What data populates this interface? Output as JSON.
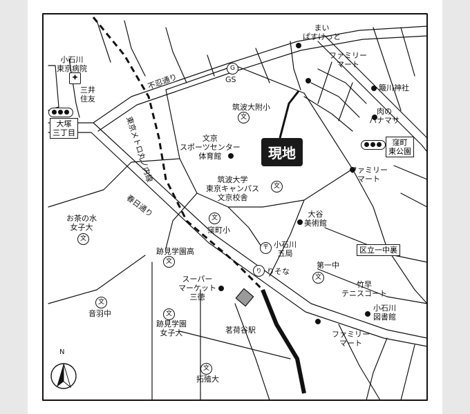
{
  "colors": {
    "ink": "#111111",
    "paper": "#ffffff",
    "badge": "#1a1a1a"
  },
  "icons": {
    "school": "文",
    "gas_station": "G",
    "post_office": "〒",
    "hospital": "✚",
    "north": "N"
  },
  "site": {
    "label": "現地"
  },
  "labels": {
    "mai_pasuketto": [
      "まい",
      "ぱすけっと"
    ],
    "familymart_1": [
      "ファミリー",
      "マート"
    ],
    "koishikawa_hospital": [
      "小石川",
      "東京病院"
    ],
    "mitsui_sumitomo": [
      "三井",
      "住友"
    ],
    "gs": "GS",
    "shinobazu_dori": "不忍通り",
    "hikawa_shrine": "簸川神社",
    "niku_no_hanamasa": [
      "肉の",
      "ハナマサ"
    ],
    "tsukuba_fuzoku": "筑波大附小",
    "bunkyo_sports": [
      "文京",
      "スポーツセンター",
      "体育館"
    ],
    "metro_marunouchi": "東京メトロ丸ノ内線",
    "familymart_2": [
      "ファミリー",
      "マート"
    ],
    "tsukuba_campus": [
      "筑波大学",
      "東京キャンパス",
      "文京校舎"
    ],
    "kasuga_dori": "春日通り",
    "ochanomizu": [
      "お茶の水",
      "女子大"
    ],
    "oya_museum": [
      "大谷",
      "美術館"
    ],
    "kubomachi_sho": "窪町小",
    "koishikawa_5": [
      "小石川",
      "五局"
    ],
    "atomi_high": "跡見学園高",
    "resona": "りそな",
    "daiichi_chu": "第一中",
    "supermarket": [
      "スーパー",
      "マーケット",
      "三徳"
    ],
    "takehaya_tennis": [
      "竹早",
      "テニスコート"
    ],
    "koishikawa_library": [
      "小石川",
      "図書館"
    ],
    "otowa_chu": "音羽中",
    "myogadani_station": "茗荷谷駅",
    "atomi_women": [
      "跡見学園",
      "女子大"
    ],
    "familymart_3": [
      "ファミリー",
      "マート"
    ],
    "takushoku": "拓殖大"
  },
  "intersections": {
    "otsuka_3chome": [
      "大塚",
      "三丁目"
    ],
    "kubomachi_higashi": [
      "窪町",
      "東公園"
    ],
    "kuritsu_ichichu_ura": "区立一中裏"
  }
}
